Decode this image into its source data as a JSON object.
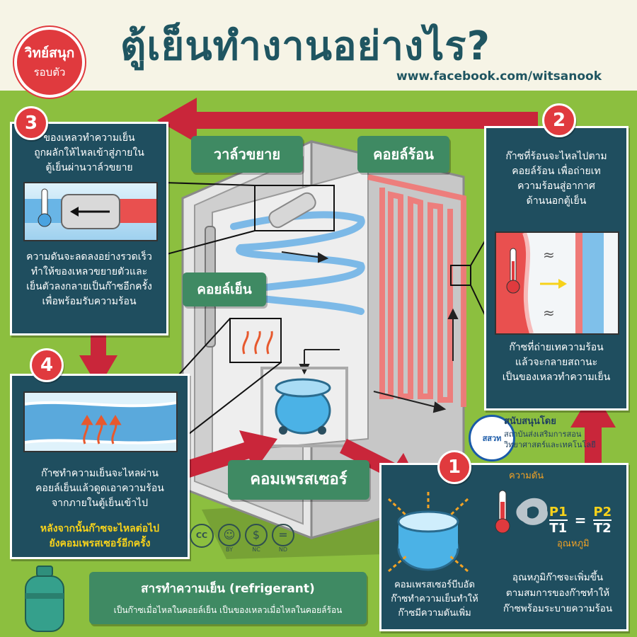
{
  "header": {
    "logo_line1": "วิทย์สนุก",
    "logo_line2": "รอบตัว",
    "title": "ตู้เย็นทำงานอย่างไร?",
    "url": "www.facebook.com/witsanook"
  },
  "labels": {
    "valve": "วาล์วขยาย",
    "hot_coil": "คอยล์ร้อน",
    "cold_coil": "คอยล์เย็น",
    "compressor": "คอมเพรสเซอร์"
  },
  "step3": {
    "number": "3",
    "text_top": [
      "ของเหลวทำความเย็น",
      "ถูกผลักให้ไหลเข้าสู่ภายใน",
      "ตู้เย็นผ่านวาล์วขยาย"
    ],
    "text_bottom": [
      "ความดันจะลดลงอย่างรวดเร็ว",
      "ทำให้ของเหลวขยายตัวและ",
      "เย็นตัวลงกลายเป็นก๊าซอีกครั้ง",
      "เพื่อพร้อมรับความร้อน"
    ]
  },
  "step2": {
    "number": "2",
    "text_top": [
      "ก๊าซที่ร้อนจะไหลไปตาม",
      "คอยล์ร้อน เพื่อถ่ายเท",
      "ความร้อนสู่อากาศ",
      "ด้านนอกตู้เย็น"
    ],
    "text_bottom": [
      "ก๊าซที่ถ่ายเทความร้อน",
      "แล้วจะกลายสถานะ",
      "เป็นของเหลวทำความเย็น"
    ]
  },
  "step4": {
    "number": "4",
    "text": [
      "ก๊าซทำความเย็นจะไหลผ่าน",
      "คอยล์เย็นแล้วดูดเอาความร้อน",
      "จากภายในตู้เย็นเข้าไป"
    ],
    "highlight": [
      "หลังจากนั้นก๊าซจะไหลต่อไป",
      "ยังคอมเพรสเซอร์อีกครั้ง"
    ]
  },
  "step1": {
    "number": "1",
    "text_left": [
      "คอมเพรสเซอร์บีบอัด",
      "ก๊าซทำความเย็นทำให้",
      "ก๊าซมีความดันเพิ่ม"
    ],
    "text_right": [
      "อุณหภูมิก๊าซจะเพิ่มขึ้น",
      "ตามสมการของก๊าซทำให้",
      "ก๊าซพร้อมระบายความร้อน"
    ],
    "pressure_label": "ความดัน",
    "temperature_label": "อุณหภูมิ",
    "p1": "P1",
    "t1": "T1",
    "p2": "P2",
    "t2": "T2",
    "eq": "="
  },
  "sponsor": {
    "label": "สนับสนุนโดย",
    "org_line1": "สถาบันส่งเสริมการสอน",
    "org_line2": "วิทยาศาสตร์และเทคโนโลยี",
    "logo_text": "สสวท"
  },
  "license": {
    "cc": "CC",
    "by": "BY",
    "nc": "NC",
    "nd": "ND"
  },
  "refrigerant": {
    "title": "สารทำความเย็น (refrigerant)",
    "desc": "เป็นก๊าซเมื่อไหลในคอยล์เย็น เป็นของเหลวเมื่อไหลในคอยล์ร้อน"
  },
  "colors": {
    "panel": "#1f4e5f",
    "accent_red": "#c9263a",
    "tag_green": "#3f8a63",
    "background_green": "#8cbf3f",
    "cold_blue": "#5aa9dc",
    "hot_red": "#e9504f",
    "highlight_yellow": "#f7d21b"
  }
}
